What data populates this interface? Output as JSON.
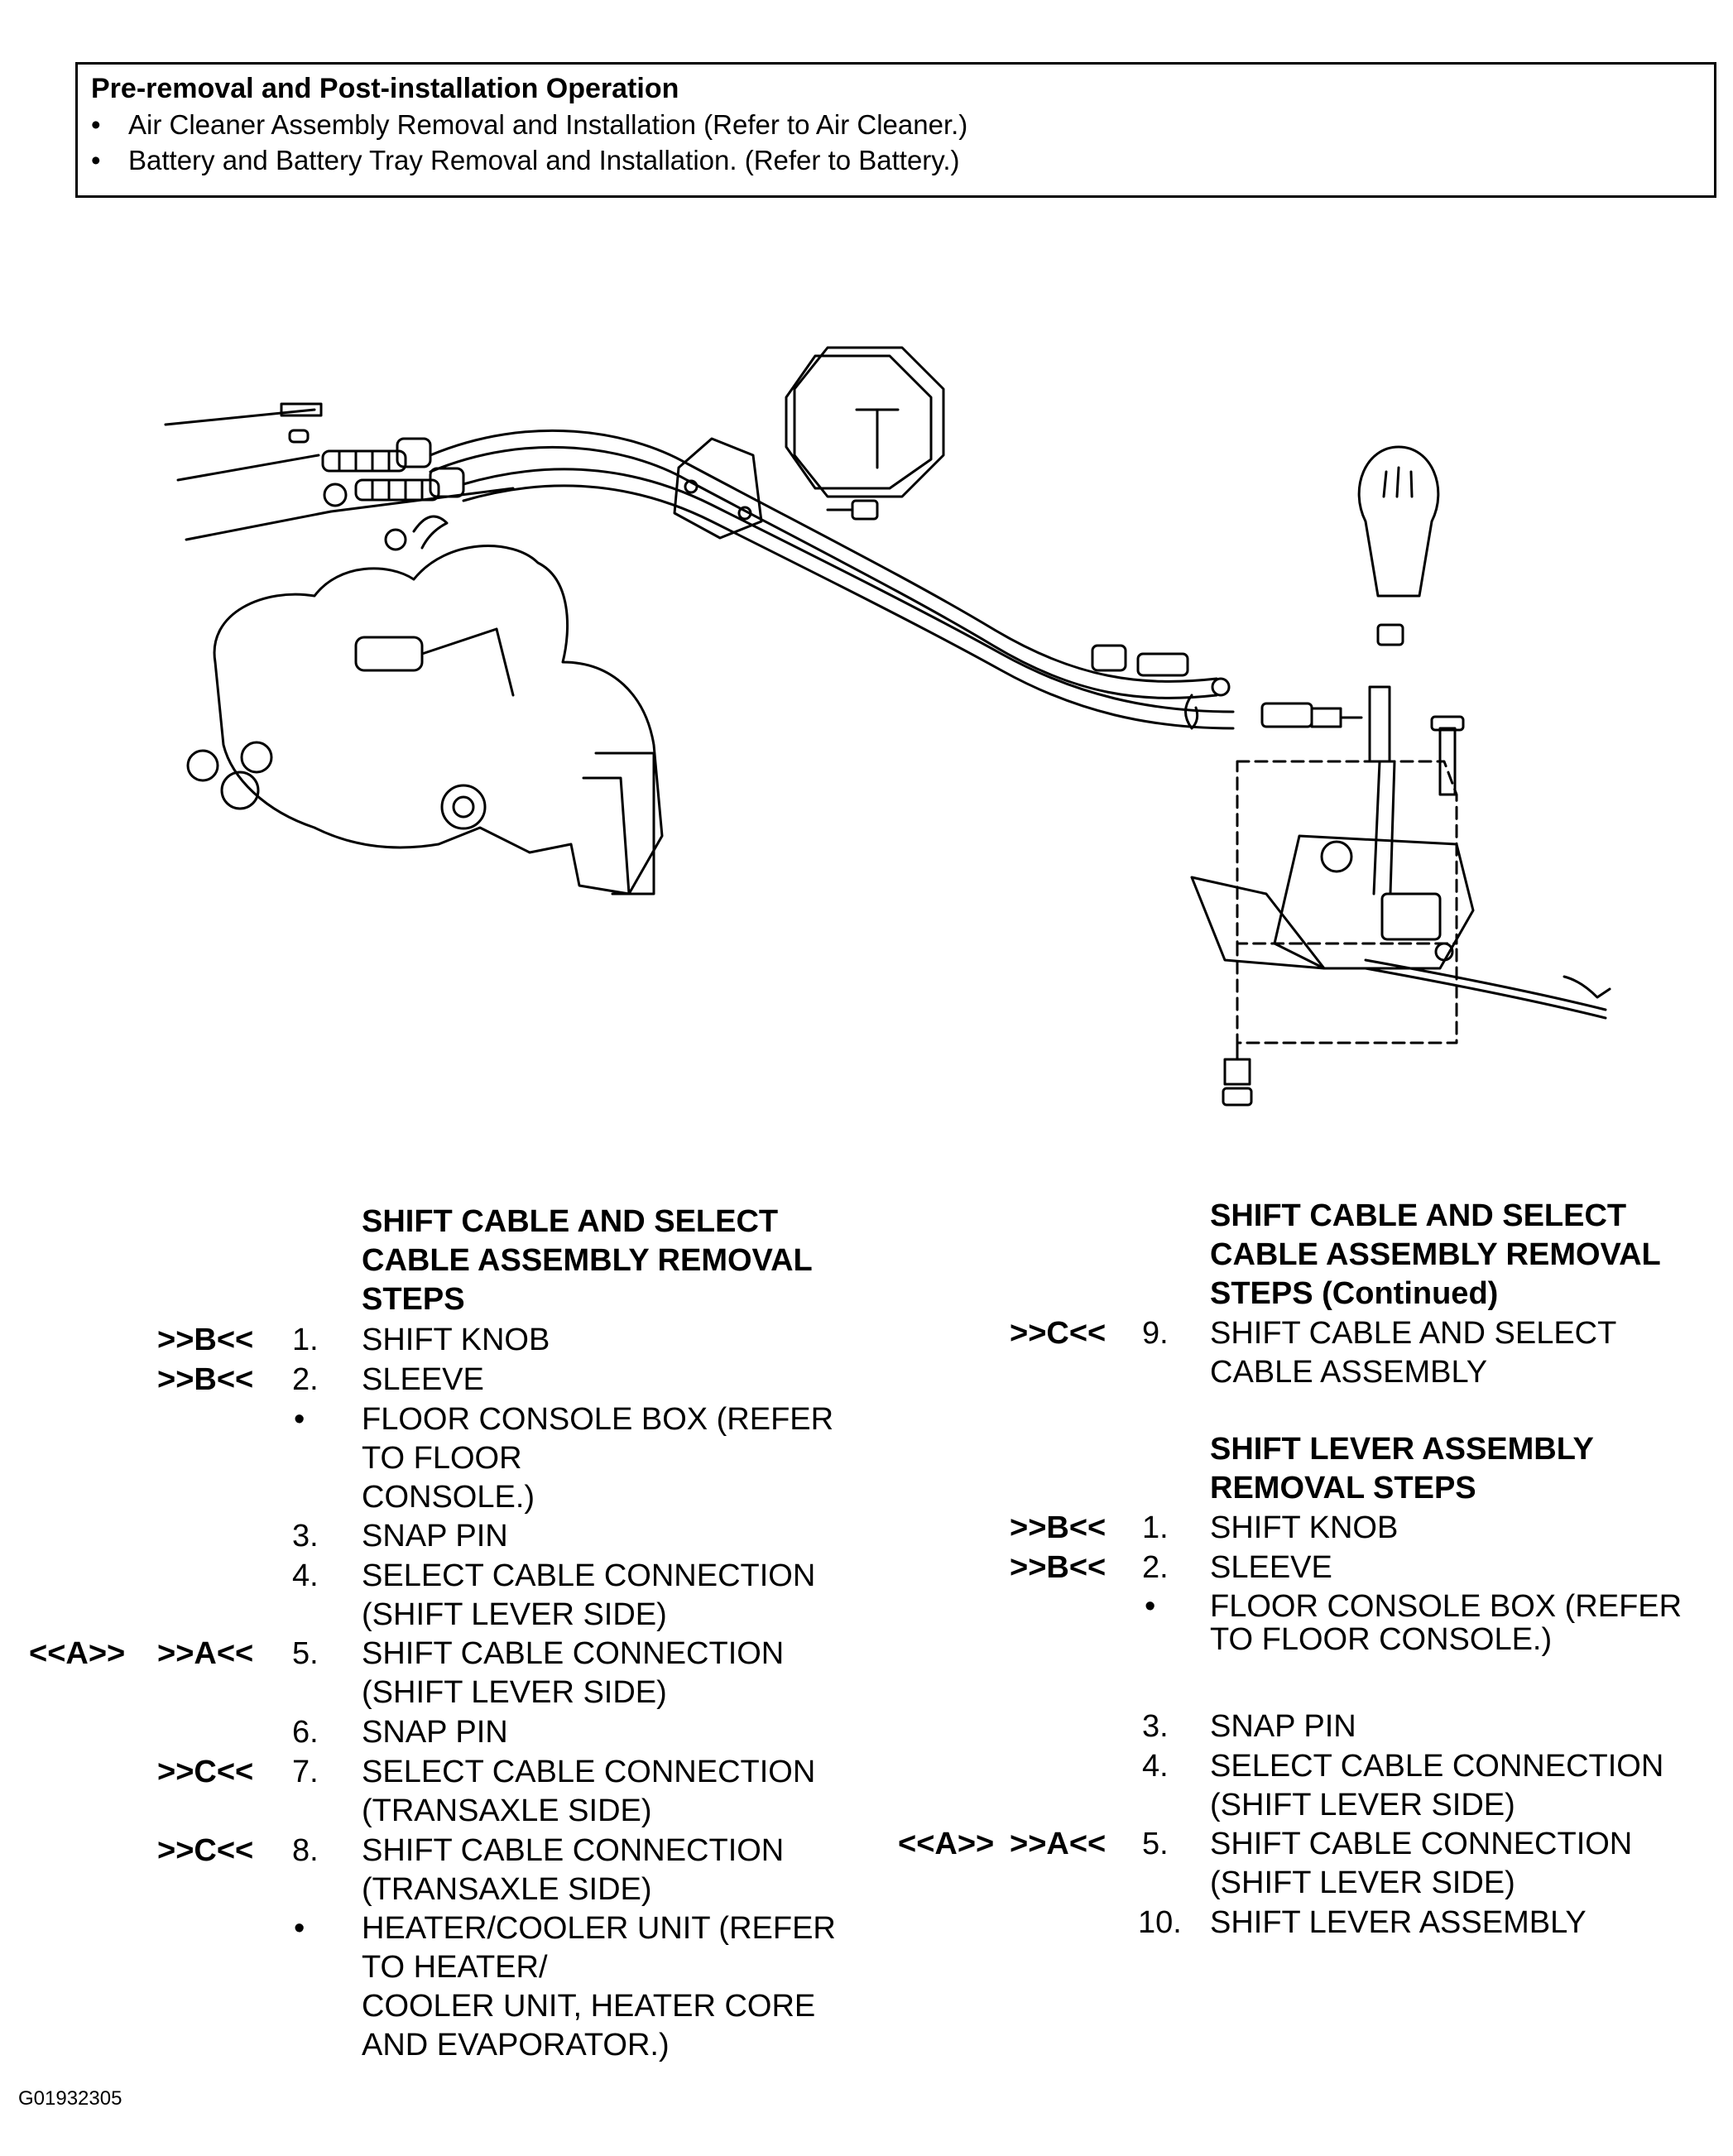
{
  "pre_operation": {
    "title": "Pre-removal and Post-installation Operation",
    "items": [
      "Air Cleaner Assembly Removal and Installation (Refer to Air Cleaner.)",
      "Battery and Battery Tray Removal and Installation. (Refer to  Battery.)"
    ]
  },
  "left_section": {
    "heading": [
      "SHIFT CABLE AND SELECT",
      "CABLE ASSEMBLY REMOVAL",
      "STEPS"
    ],
    "rows": [
      {
        "mark_left": "",
        "mark": ">>B<<",
        "num": "1.",
        "lines": [
          "SHIFT KNOB"
        ]
      },
      {
        "mark_left": "",
        "mark": ">>B<<",
        "num": "2.",
        "lines": [
          "SLEEVE"
        ]
      },
      {
        "mark_left": "",
        "mark": "",
        "num": "•",
        "lines": [
          "FLOOR CONSOLE BOX (REFER",
          "TO FLOOR",
          "CONSOLE.)"
        ]
      },
      {
        "mark_left": "",
        "mark": "",
        "num": "3.",
        "lines": [
          "SNAP PIN"
        ]
      },
      {
        "mark_left": "",
        "mark": "",
        "num": "4.",
        "lines": [
          "SELECT CABLE CONNECTION",
          "(SHIFT LEVER SIDE)"
        ]
      },
      {
        "mark_left": "<<A>>",
        "mark": ">>A<<",
        "num": "5.",
        "lines": [
          "SHIFT CABLE CONNECTION",
          "(SHIFT LEVER SIDE)"
        ]
      },
      {
        "mark_left": "",
        "mark": "",
        "num": "6.",
        "lines": [
          "SNAP PIN"
        ]
      },
      {
        "mark_left": "",
        "mark": ">>C<<",
        "num": "7.",
        "lines": [
          "SELECT CABLE CONNECTION",
          "(TRANSAXLE SIDE)"
        ]
      },
      {
        "mark_left": "",
        "mark": ">>C<<",
        "num": "8.",
        "lines": [
          "SHIFT CABLE CONNECTION",
          "(TRANSAXLE SIDE)"
        ]
      },
      {
        "mark_left": "",
        "mark": "",
        "num": "•",
        "lines": [
          "HEATER/COOLER UNIT (REFER",
          "TO HEATER/",
          "COOLER UNIT, HEATER CORE",
          "AND EVAPORATOR.)"
        ]
      }
    ]
  },
  "right_section": {
    "heading1": [
      "SHIFT CABLE AND SELECT",
      "CABLE ASSEMBLY REMOVAL",
      "STEPS (Continued)"
    ],
    "row9": {
      "mark_left": "",
      "mark": ">>C<<",
      "num": "9.",
      "lines": [
        "SHIFT CABLE AND SELECT",
        "CABLE ASSEMBLY"
      ]
    },
    "heading2": [
      "SHIFT LEVER ASSEMBLY",
      "REMOVAL STEPS"
    ],
    "rows": [
      {
        "mark_left": "",
        "mark": ">>B<<",
        "num": "1.",
        "lines": [
          "SHIFT KNOB"
        ]
      },
      {
        "mark_left": "",
        "mark": ">>B<<",
        "num": "2.",
        "lines": [
          "SLEEVE"
        ]
      },
      {
        "mark_left": "",
        "mark": "",
        "num": "•",
        "lines": [
          "FLOOR CONSOLE BOX (REFER",
          "TO FLOOR CONSOLE.)"
        ]
      },
      {
        "mark_left": "",
        "mark": "",
        "num": "3.",
        "lines": [
          "SNAP PIN"
        ]
      },
      {
        "mark_left": "",
        "mark": "",
        "num": "4.",
        "lines": [
          "SELECT CABLE CONNECTION",
          "(SHIFT LEVER SIDE)"
        ]
      },
      {
        "mark_left": "<<A>>",
        "mark": ">>A<<",
        "num": "5.",
        "lines": [
          "SHIFT CABLE CONNECTION",
          "(SHIFT LEVER SIDE)"
        ]
      },
      {
        "mark_left": "",
        "mark": "",
        "num": "10.",
        "lines": [
          "SHIFT LEVER ASSEMBLY"
        ]
      }
    ]
  },
  "figure_id": "G01932305"
}
